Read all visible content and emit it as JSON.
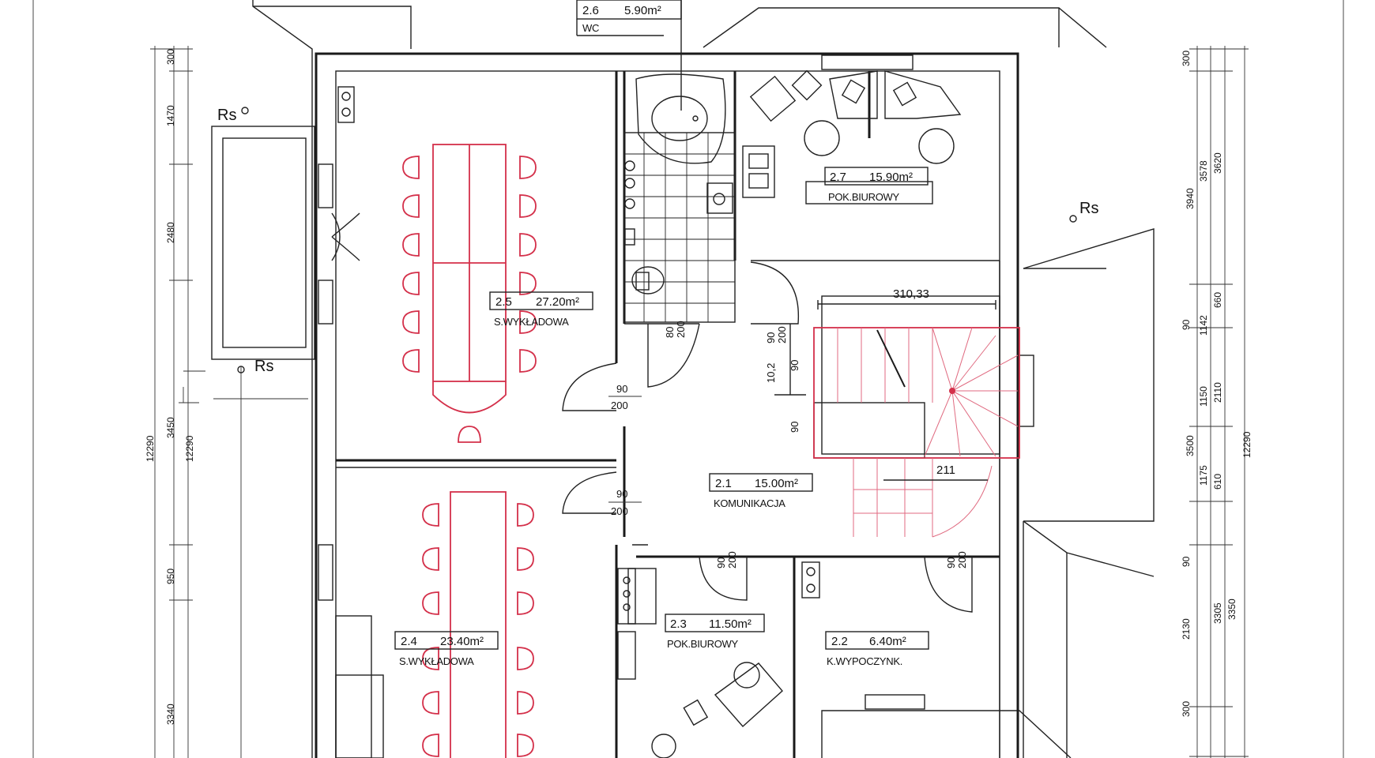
{
  "rooms": [
    {
      "id": "2.6",
      "area": "5.90m²",
      "name": "WC"
    },
    {
      "id": "2.7",
      "area": "15.90m²",
      "name": "POK.BIUROWY"
    },
    {
      "id": "2.5",
      "area": "27.20m²",
      "name": "S.WYKŁADOWA"
    },
    {
      "id": "2.1",
      "area": "15.00m²",
      "name": "KOMUNIKACJA"
    },
    {
      "id": "2.4",
      "area": "23.40m²",
      "name": "S.WYKŁADOWA"
    },
    {
      "id": "2.3",
      "area": "11.50m²",
      "name": "POK.BIUROWY"
    },
    {
      "id": "2.2",
      "area": "6.40m²",
      "name": "K.WYPOCZYNK."
    }
  ],
  "markers": {
    "rs": "Rs"
  },
  "stairs": {
    "width_label": "310,33",
    "landing_label": "211"
  },
  "doors": {
    "d90_200": [
      "90",
      "200"
    ],
    "d80_200": [
      "80",
      "200"
    ],
    "opening": "10,2"
  },
  "dimensions": {
    "left_outer": [
      "300",
      "1470",
      "2480",
      "3450",
      "950",
      "3340"
    ],
    "left_total_a": "12290",
    "left_total_b": "12290",
    "right_inner_a": [
      "300",
      "3578",
      "90",
      "1142",
      "1150",
      "1175",
      "90",
      "2130",
      "300"
    ],
    "right_inner_b": [
      "3620",
      "660",
      "2110",
      "610",
      "3305"
    ],
    "right_mid": [
      "3940",
      "3500",
      "3350"
    ],
    "right_total": "12290"
  }
}
